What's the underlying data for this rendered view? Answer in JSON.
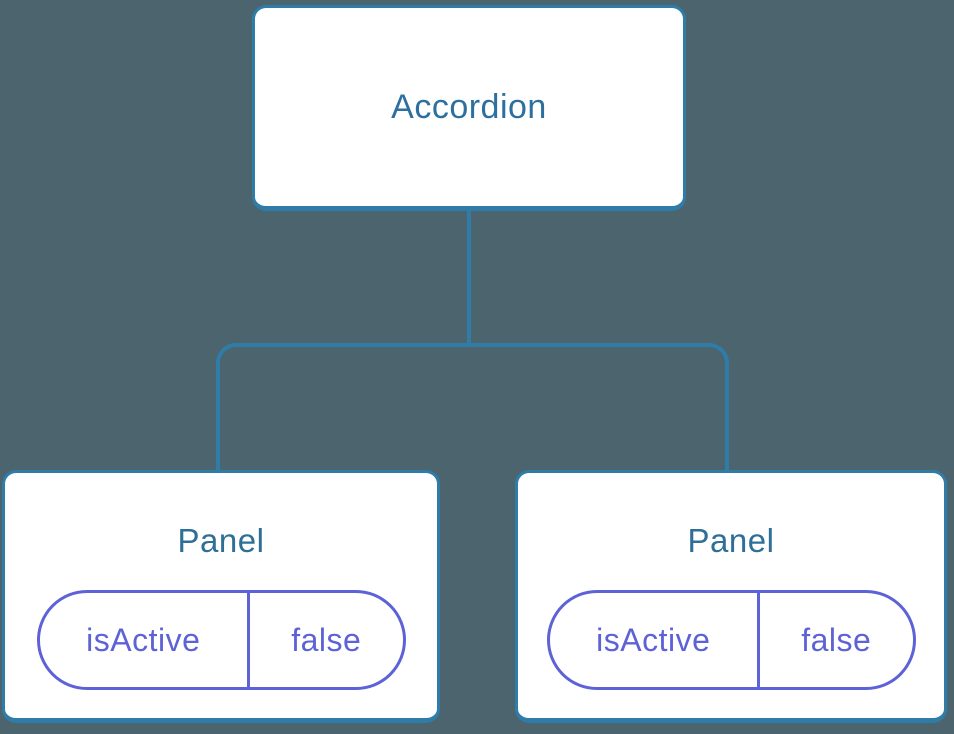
{
  "diagram": {
    "type": "component-tree",
    "colors": {
      "background": "#4B646E",
      "line": "#2F7CA9",
      "node_fill": "#FFFFFF",
      "title_text": "#2D70A0",
      "state_accent": "#5D62D6"
    },
    "root": {
      "label": "Accordion"
    },
    "children": [
      {
        "label": "Panel",
        "state": {
          "key": "isActive",
          "value": "false"
        }
      },
      {
        "label": "Panel",
        "state": {
          "key": "isActive",
          "value": "false"
        }
      }
    ]
  }
}
